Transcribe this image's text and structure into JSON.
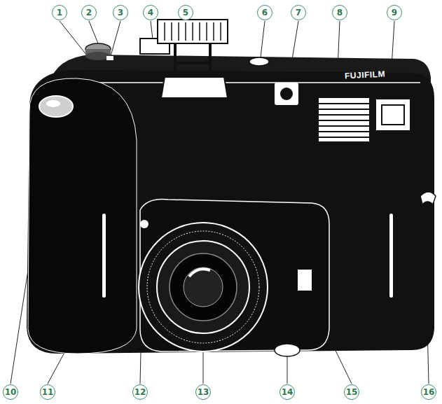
{
  "diagram": {
    "labels": [
      "1",
      "2",
      "3",
      "4",
      "5",
      "6",
      "7",
      "8",
      "9",
      "10",
      "11",
      "12",
      "13",
      "14",
      "15",
      "16",
      "FUJIFILM"
    ]
  }
}
